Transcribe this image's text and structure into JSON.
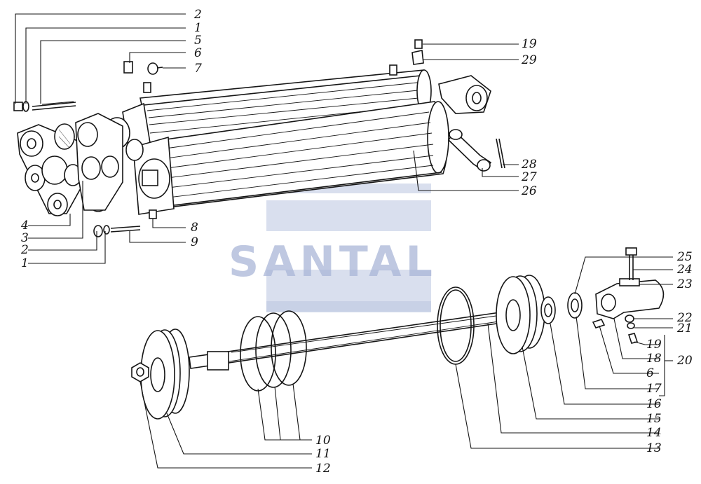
{
  "watermark": {
    "text": "SANTAL",
    "color": "#aab6d8"
  },
  "labels": {
    "l2a": "2",
    "l1a": "1",
    "l5": "5",
    "l6a": "6",
    "l7": "7",
    "l19a": "19",
    "l29": "29",
    "l28": "28",
    "l27": "27",
    "l26": "26",
    "l4": "4",
    "l3": "3",
    "l2b": "2",
    "l1b": "1",
    "l8": "8",
    "l9": "9",
    "l25": "25",
    "l24": "24",
    "l23": "23",
    "l22": "22",
    "l21": "21",
    "l19b": "19",
    "l18": "18",
    "l20": "20",
    "l6b": "6",
    "l17": "17",
    "l16": "16",
    "l15": "15",
    "l14": "14",
    "l13": "13",
    "l10": "10",
    "l11": "11",
    "l12": "12"
  }
}
